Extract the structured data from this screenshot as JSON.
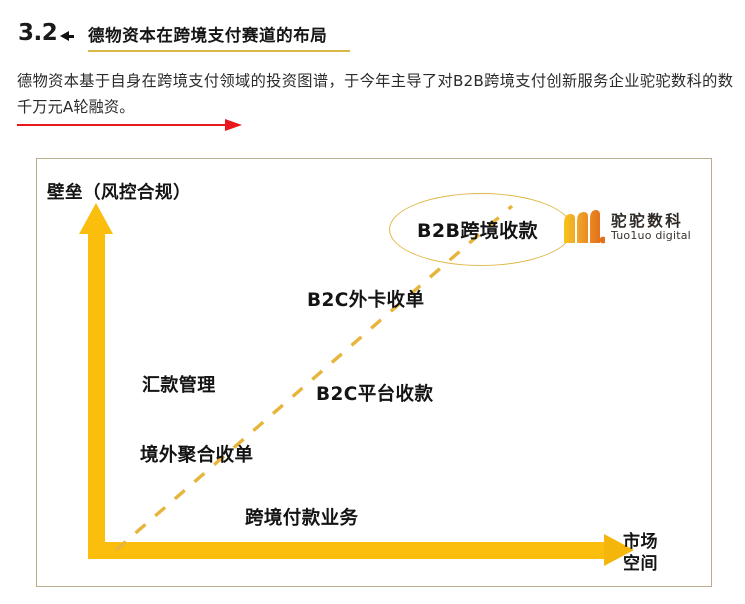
{
  "header": {
    "section_number": "3.2",
    "section_title": "德物资本在跨境支付赛道的布局",
    "marker_icon": "right-triangle-marker"
  },
  "paragraph": {
    "text": "德物资本基于自身在跨境支付领域的投资图谱，于今年主导了对B2B跨境支付创新服务企业驼驼数科的数千万元A轮融资。",
    "annotation_icon": "red-right-arrow"
  },
  "chart_data": {
    "type": "scatter",
    "title": "",
    "xlabel": "市场空间",
    "ylabel": "壁垒（风控合规）",
    "grid": false,
    "legend": "none",
    "axis_style": "thick-yellow-arrow-axes",
    "trend": {
      "style": "dashed",
      "color": "#e8b53c",
      "direction": "lower-left-to-upper-right",
      "label": ""
    },
    "xlim": [
      0,
      10
    ],
    "ylim": [
      0,
      10
    ],
    "points": [
      {
        "label": "B2B跨境收款",
        "x": 7.6,
        "y": 8.8,
        "highlighted": true
      },
      {
        "label": "B2C外卡收单",
        "x": 5.1,
        "y": 7.2,
        "highlighted": false
      },
      {
        "label": "汇款管理",
        "x": 1.5,
        "y": 5.0,
        "highlighted": false
      },
      {
        "label": "B2C平台收款",
        "x": 5.3,
        "y": 4.8,
        "highlighted": false
      },
      {
        "label": "境外聚合收单",
        "x": 1.4,
        "y": 3.0,
        "highlighted": false
      },
      {
        "label": "跨境付款业务",
        "x": 3.6,
        "y": 1.1,
        "highlighted": false
      }
    ],
    "annotations": [
      {
        "type": "ellipse",
        "target": "B2B跨境收款",
        "color": "#e0b94a"
      }
    ]
  },
  "logo": {
    "name_cn": "驼驼数科",
    "name_en": "Tuo1uo digital",
    "mark_icon": "three-bars-logo-mark"
  },
  "colors": {
    "axis_yellow": "#fbbe0d",
    "trend_dashed": "#e8b53c",
    "ellipse_gold": "#e0b94a",
    "title_underline": "#d9b84a",
    "red_arrow": "#e8181c",
    "frame_border": "#b9ad8e",
    "text_dark": "#141414",
    "logo_orange": "#e8821e"
  }
}
